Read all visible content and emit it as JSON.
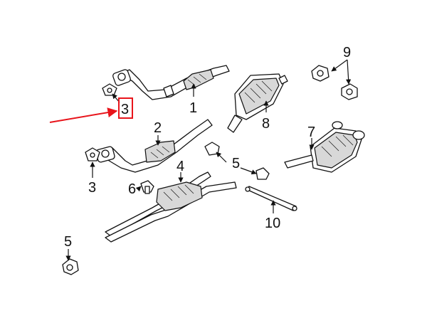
{
  "diagram": {
    "callouts": {
      "c1": "1",
      "c2": "2",
      "c3_top": "3",
      "c3_bottom": "3",
      "c4": "4",
      "c5_right": "5",
      "c5_left": "5",
      "c6": "6",
      "c7": "7",
      "c8": "8",
      "c9": "9",
      "c10": "10"
    },
    "highlight_color": "#e8141b",
    "line_color": "#111111"
  }
}
